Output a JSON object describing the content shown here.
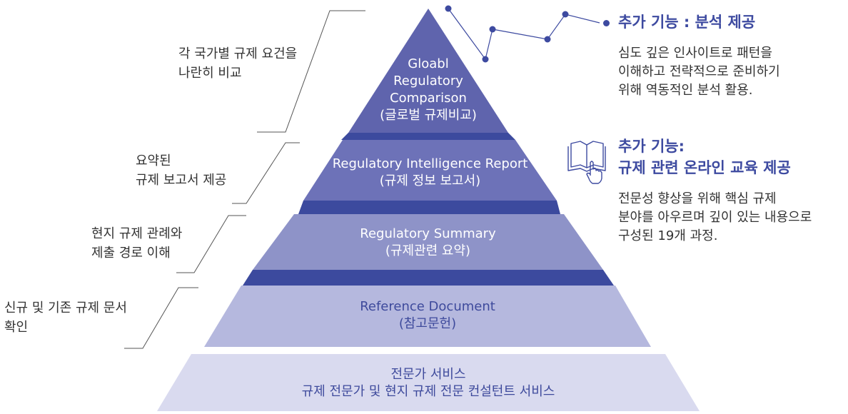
{
  "pyramid": {
    "tier1": {
      "line1": "Gloabl",
      "line2": "Regulatory",
      "line3": "Comparison",
      "line4": "(글로벌 규제비교)"
    },
    "tier2": {
      "line1": "Regulatory Intelligence Report",
      "line2": "(규제 정보 보고서)"
    },
    "tier3": {
      "line1": "Regulatory Summary",
      "line2": "(규제관련 요약)"
    },
    "tier4": {
      "line1": "Reference Document",
      "line2": "(참고문헌)"
    },
    "base": {
      "line1": "전문가 서비스",
      "line2": "규제 전문가 및 현지 규제 전문 컨설턴트 서비스"
    }
  },
  "left_notes": [
    {
      "line1": "각 국가별 규제 요건을",
      "line2": "나란히 비교"
    },
    {
      "line1": "요약된",
      "line2": "규제 보고서 제공"
    },
    {
      "line1": "현지 규제 관례와",
      "line2": "제출 경로 이해"
    },
    {
      "line1": "신규 및 기존 규제 문서",
      "line2": "확인"
    }
  ],
  "features": {
    "analysis": {
      "title": "추가 기능 : 분석 제공",
      "desc1": "심도 깊은 인사이트로 패턴을",
      "desc2": "이해하고 전략적으로 준비하기",
      "desc3": "위해 역동적인 분석 활용."
    },
    "education": {
      "title1": "추가 기능:",
      "title2": "규제 관련 온라인 교육 제공",
      "desc1": "전문성 향상을 위해 핵심 규제",
      "desc2": "분야를 아우르며 깊이 있는 내용으로",
      "desc3": "구성된 19개 과정."
    }
  },
  "icons": [
    "line-chart-icon",
    "book-touch-icon"
  ],
  "colors": {
    "tier1": "#5f64ad",
    "tier2": "#6d72b8",
    "tier3": "#8e93c8",
    "tier4": "#b5b8de",
    "base": "#d9daef",
    "shadow": "#3c4a9e",
    "accent": "#3d4aa0"
  }
}
